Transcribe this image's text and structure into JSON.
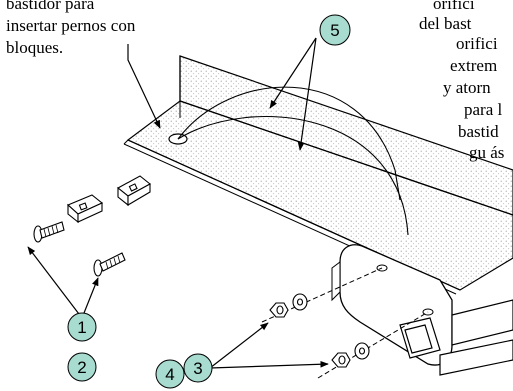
{
  "instructions_left": [
    "bastidor para",
    "insertar pernos con",
    "bloques."
  ],
  "instructions_right": [
    "orifici",
    "del bast",
    "orifici",
    "extrem",
    "y atorn",
    "para l",
    "bastid",
    "gu ás"
  ],
  "callouts": {
    "c1": "1",
    "c2": "2",
    "c3": "3",
    "c4": "4",
    "c5": "5"
  },
  "colors": {
    "callout_fill": "#a8dcd0",
    "line": "#000000",
    "stipple": "#8a8a8a"
  }
}
